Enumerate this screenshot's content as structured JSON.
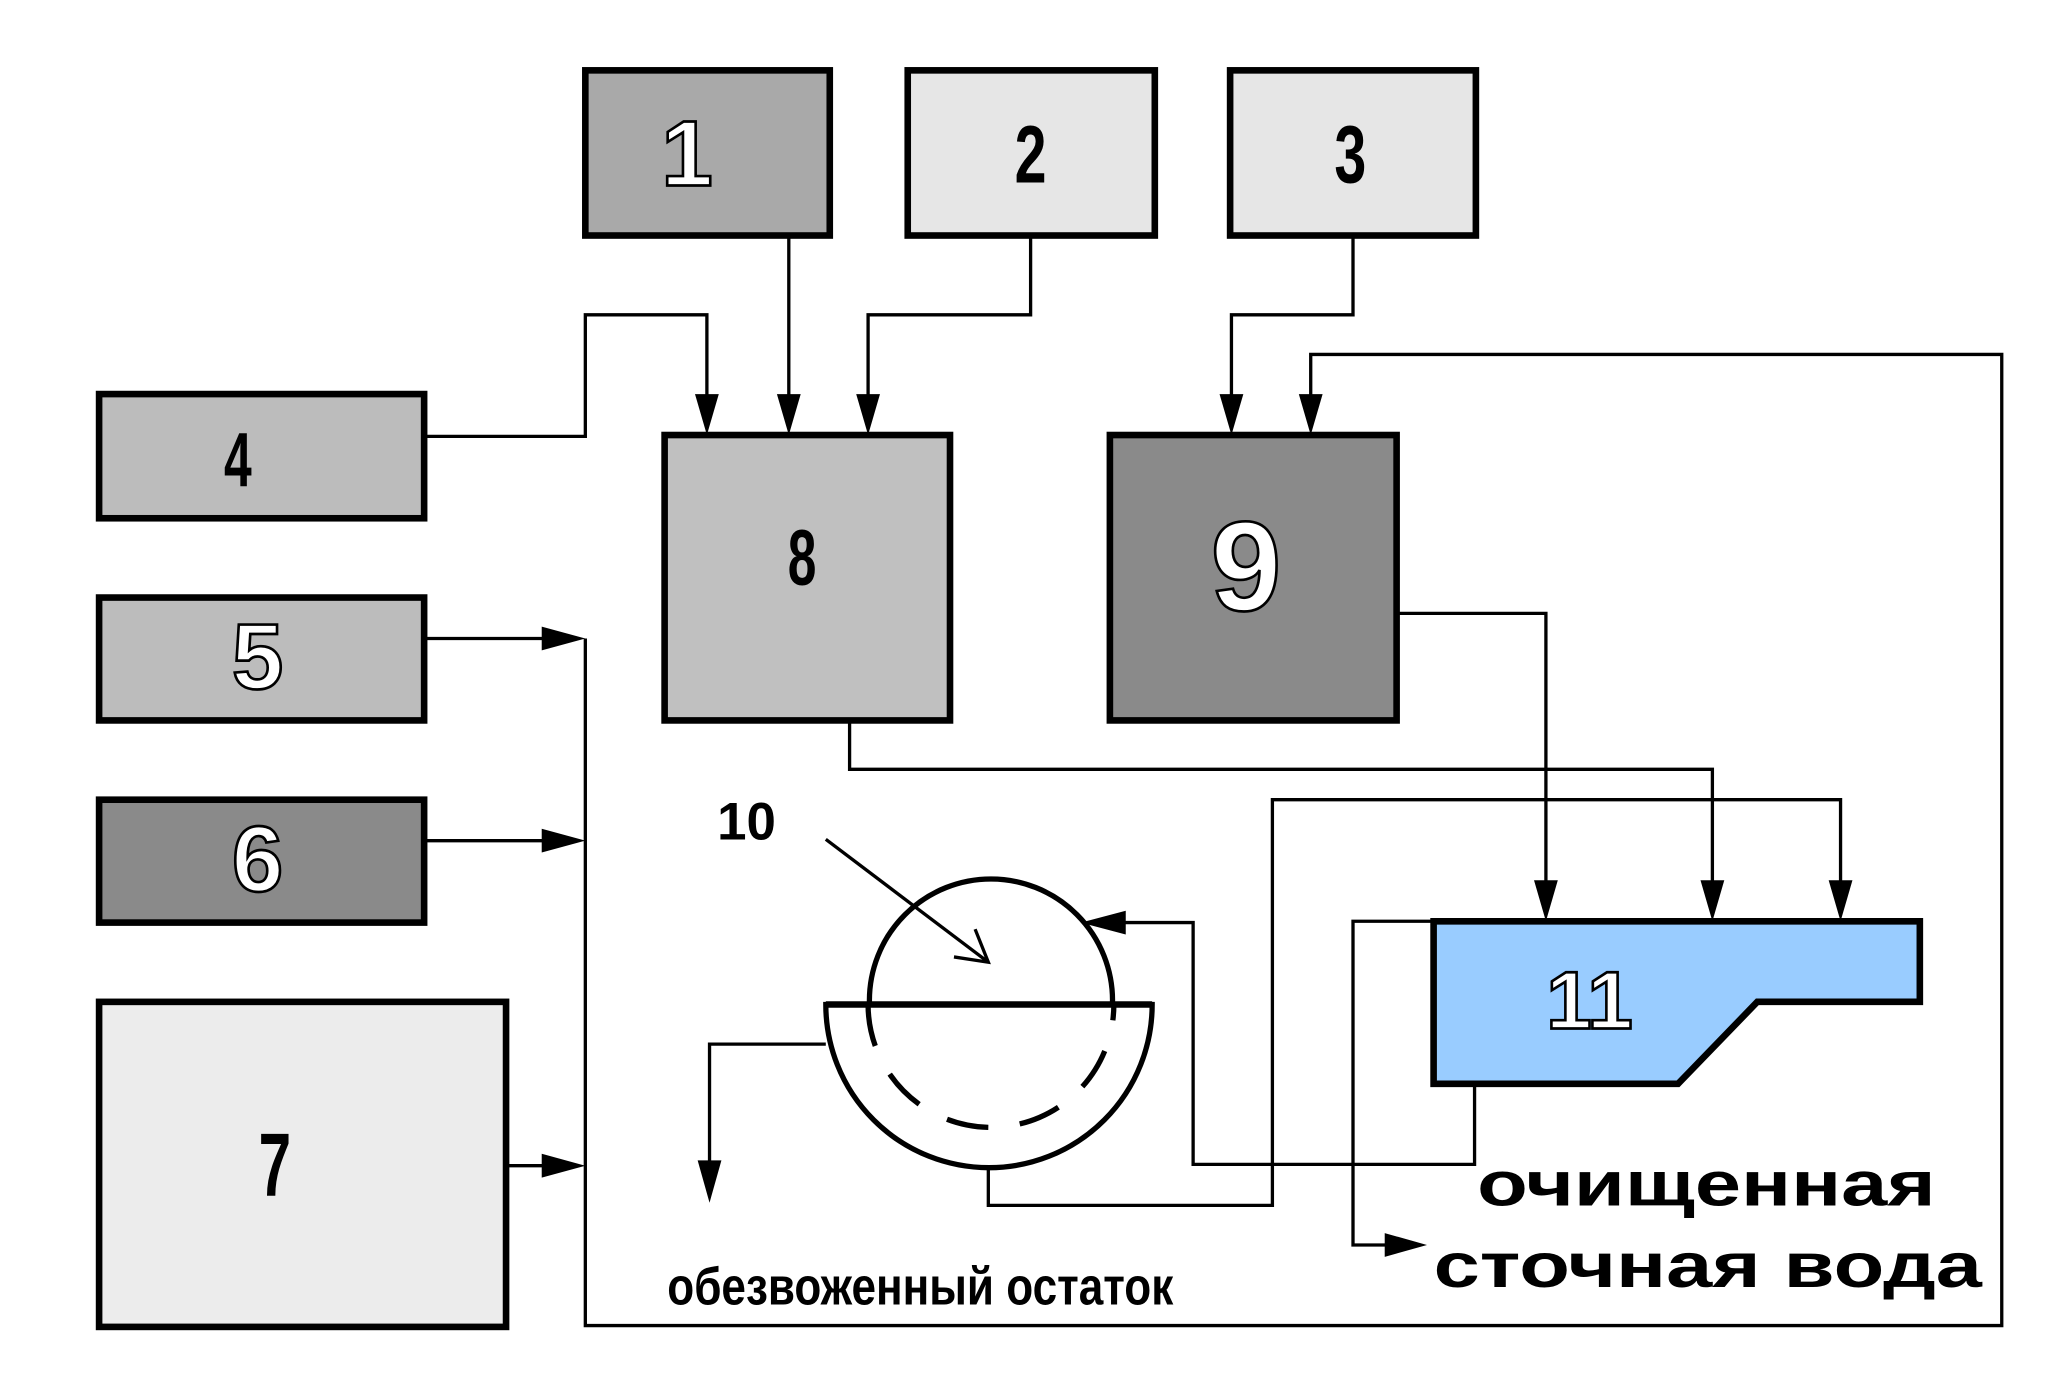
{
  "blocks": {
    "b1": "1",
    "b2": "2",
    "b3": "3",
    "b4": "4",
    "b5": "5",
    "b6": "6",
    "b7": "7",
    "b8": "8",
    "b9": "9",
    "b10": "10",
    "b11": "11"
  },
  "labels": {
    "dewatered": "обезвоженный остаток",
    "treated_line1": "очищенная",
    "treated_line2": "сточная вода"
  },
  "colors": {
    "b1": "#a9a9a9",
    "b2": "#e6e6e6",
    "b3": "#e6e6e6",
    "b4": "#bcbcbc",
    "b5": "#bcbcbc",
    "b6": "#8a8a8a",
    "b7": "#ececec",
    "b8": "#c0c0c0",
    "b9": "#8a8a8a",
    "b11": "#99ccff"
  }
}
